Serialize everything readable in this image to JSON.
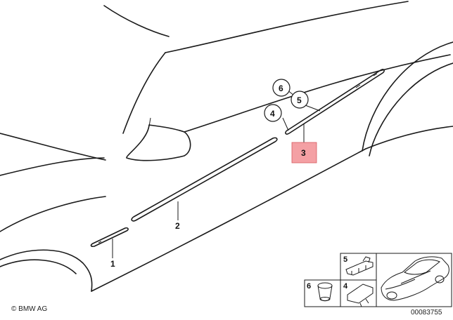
{
  "callouts": {
    "item1": "1",
    "item2": "2",
    "item3": "3",
    "item4": "4",
    "item5": "5",
    "item6": "6"
  },
  "legend": {
    "item5": "5",
    "item4": "4",
    "item6": "6"
  },
  "copyright": "© BMW AG",
  "diagram_number": "00083755",
  "colors": {
    "highlight_fill": "#f4a0a4",
    "highlight_stroke": "#d85a60"
  }
}
